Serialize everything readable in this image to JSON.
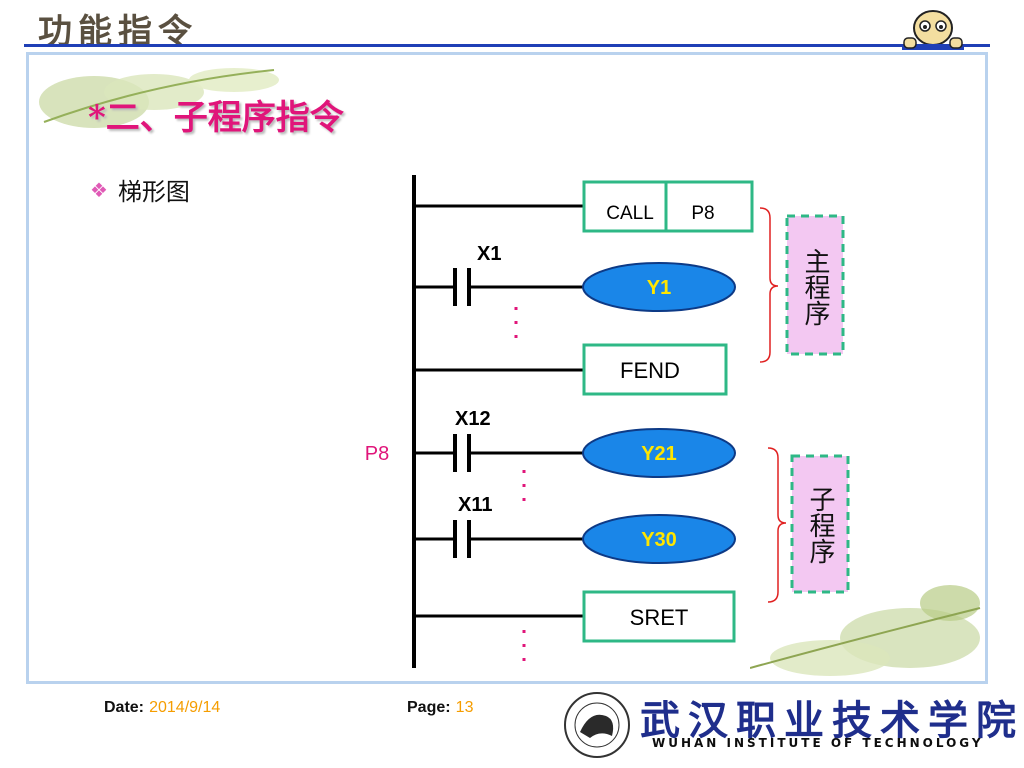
{
  "header": {
    "title": "功能指令"
  },
  "section": {
    "title": "*二、子程序指令"
  },
  "bullet": {
    "label": "梯形图"
  },
  "diagram": {
    "call_box": {
      "op": "CALL",
      "operand": "P8"
    },
    "main_contact_label": "X1",
    "main_coil": "Y1",
    "fend_box": "FEND",
    "pointer_label": "P8",
    "sub_contact1_label": "X12",
    "sub_coil1": "Y21",
    "sub_contact2_label": "X11",
    "sub_coil2": "Y30",
    "sret_box": "SRET",
    "main_program_label": "主程序",
    "sub_program_label": "子程序",
    "colors": {
      "coil_fill": "#1a86e8",
      "coil_text": "#ffe600",
      "box_border": "#2eb886",
      "label_fill": "#f3c8f2",
      "pointer": "#e0157a"
    }
  },
  "footer": {
    "date_label": "Date:",
    "date_value": "2014/9/14",
    "page_label": "Page:",
    "page_value": "13"
  },
  "school": {
    "name_cn": "武汉职业技术学院",
    "name_en": "WUHAN INSTITUTE OF TECHNOLOGY"
  }
}
